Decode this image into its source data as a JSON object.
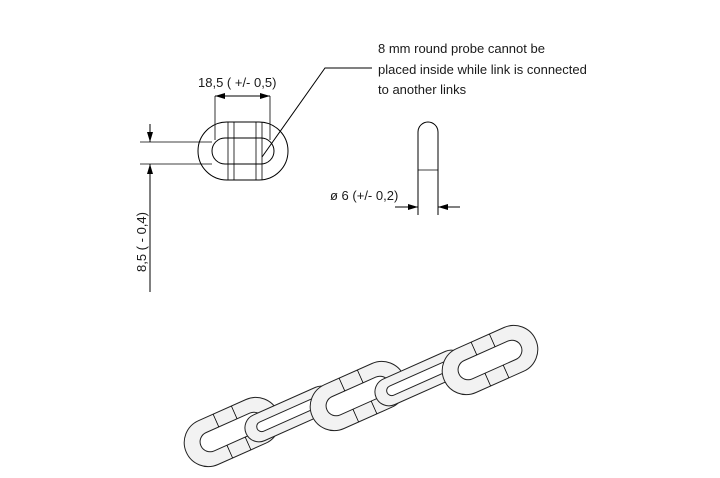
{
  "dimensions": {
    "link_length": "18,5 ( +/- 0,5)",
    "link_width": "8,5  ( - 0,4)",
    "wire_diameter": "ø 6 (+/- 0,2)"
  },
  "note": {
    "line1": "8 mm round probe cannot be",
    "line2": "placed inside while link is connected",
    "line3": "to another links"
  }
}
